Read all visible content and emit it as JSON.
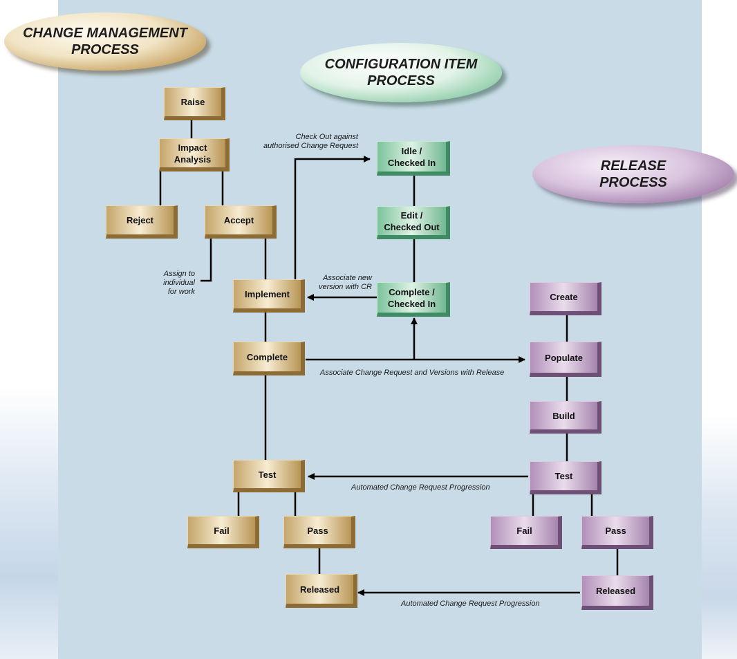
{
  "titles": {
    "change_management": "CHANGE MANAGEMENT\nPROCESS",
    "configuration_item": "CONFIGURATION ITEM\nPROCESS",
    "release": "RELEASE\nPROCESS"
  },
  "change_management": {
    "raise": "Raise",
    "impact_analysis": "Impact\nAnalysis",
    "reject": "Reject",
    "accept": "Accept",
    "implement": "Implement",
    "complete": "Complete",
    "test": "Test",
    "fail": "Fail",
    "pass": "Pass",
    "released": "Released"
  },
  "configuration_item": {
    "idle_checked_in": "Idle /\nChecked In",
    "edit_checked_out": "Edit /\nChecked Out",
    "complete_checked_in": "Complete /\nChecked In"
  },
  "release": {
    "create": "Create",
    "populate": "Populate",
    "build": "Build",
    "test": "Test",
    "fail": "Fail",
    "pass": "Pass",
    "released": "Released"
  },
  "annotations": {
    "check_out": "Check Out against\nauthorised Change Request",
    "assign": "Assign to\nindividual\nfor work",
    "associate_version": "Associate new\nversion with CR",
    "associate_release": "Associate Change Request and Versions with Release",
    "automated_1": "Automated Change Request Progression",
    "automated_2": "Automated Change Request Progression"
  }
}
